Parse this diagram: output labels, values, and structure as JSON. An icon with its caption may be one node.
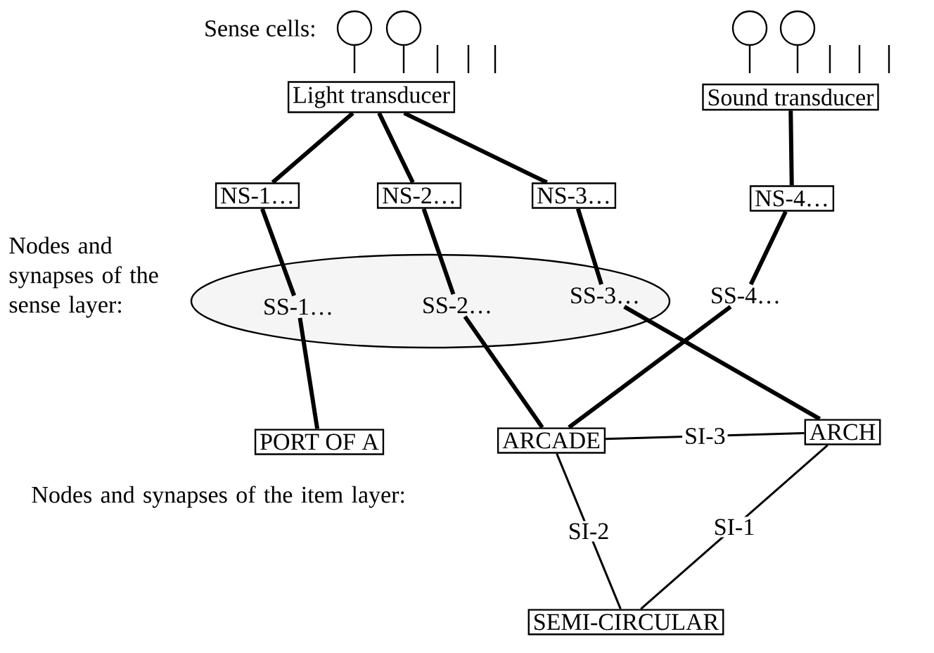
{
  "diagram": {
    "nodes": [
      {
        "text": [
          "Light transducer"
        ]
      },
      {
        "text": [
          "Sound transducer"
        ]
      },
      {
        "text": [
          "NS-1…"
        ]
      },
      {
        "text": [
          "NS-2…"
        ]
      },
      {
        "text": [
          "NS-3…"
        ]
      },
      {
        "text": [
          "NS-4…"
        ]
      },
      {
        "text": [],
        "shape": "ellipse"
      },
      {
        "text": [
          "SS-1…"
        ],
        "in": 6
      },
      {
        "text": [
          "SS-2…"
        ],
        "in": 6
      },
      {
        "text": [
          "SS-3…"
        ],
        "in": 6
      },
      {
        "text": [
          "SS-4…"
        ]
      },
      {
        "text": [
          "PORT OF A"
        ]
      },
      {
        "text": [
          "ARCADE"
        ]
      },
      {
        "text": [
          "ARCH"
        ]
      },
      {
        "text": [
          "SEMI-CIRCULAR"
        ]
      }
    ],
    "edges": [
      {
        "from": 0,
        "to": 2,
        "arrow": "none"
      },
      {
        "from": 0,
        "to": 3,
        "arrow": "none"
      },
      {
        "from": 0,
        "to": 4,
        "arrow": "none"
      },
      {
        "from": 1,
        "to": 5,
        "arrow": "none"
      },
      {
        "from": 2,
        "to": 7,
        "arrow": "none"
      },
      {
        "from": 3,
        "to": 8,
        "arrow": "none"
      },
      {
        "from": 4,
        "to": 9,
        "arrow": "none"
      },
      {
        "from": 5,
        "to": 10,
        "arrow": "none"
      },
      {
        "from": 7,
        "to": 11,
        "arrow": "none"
      },
      {
        "from": 8,
        "to": 12,
        "arrow": "none"
      },
      {
        "from": 10,
        "to": 12,
        "arrow": "none"
      },
      {
        "from": 9,
        "to": 13,
        "arrow": "none"
      },
      {
        "from": 12,
        "to": 13,
        "arrow": "none",
        "label": "SI-3"
      },
      {
        "from": 12,
        "to": 14,
        "arrow": "none",
        "label": "SI-2"
      },
      {
        "from": 13,
        "to": 14,
        "arrow": "none",
        "label": "SI-1"
      }
    ],
    "labels": [
      "Sense cells:",
      "Nodes and synapses of the sense layer:",
      "Nodes and synapses of the item layer:"
    ]
  }
}
